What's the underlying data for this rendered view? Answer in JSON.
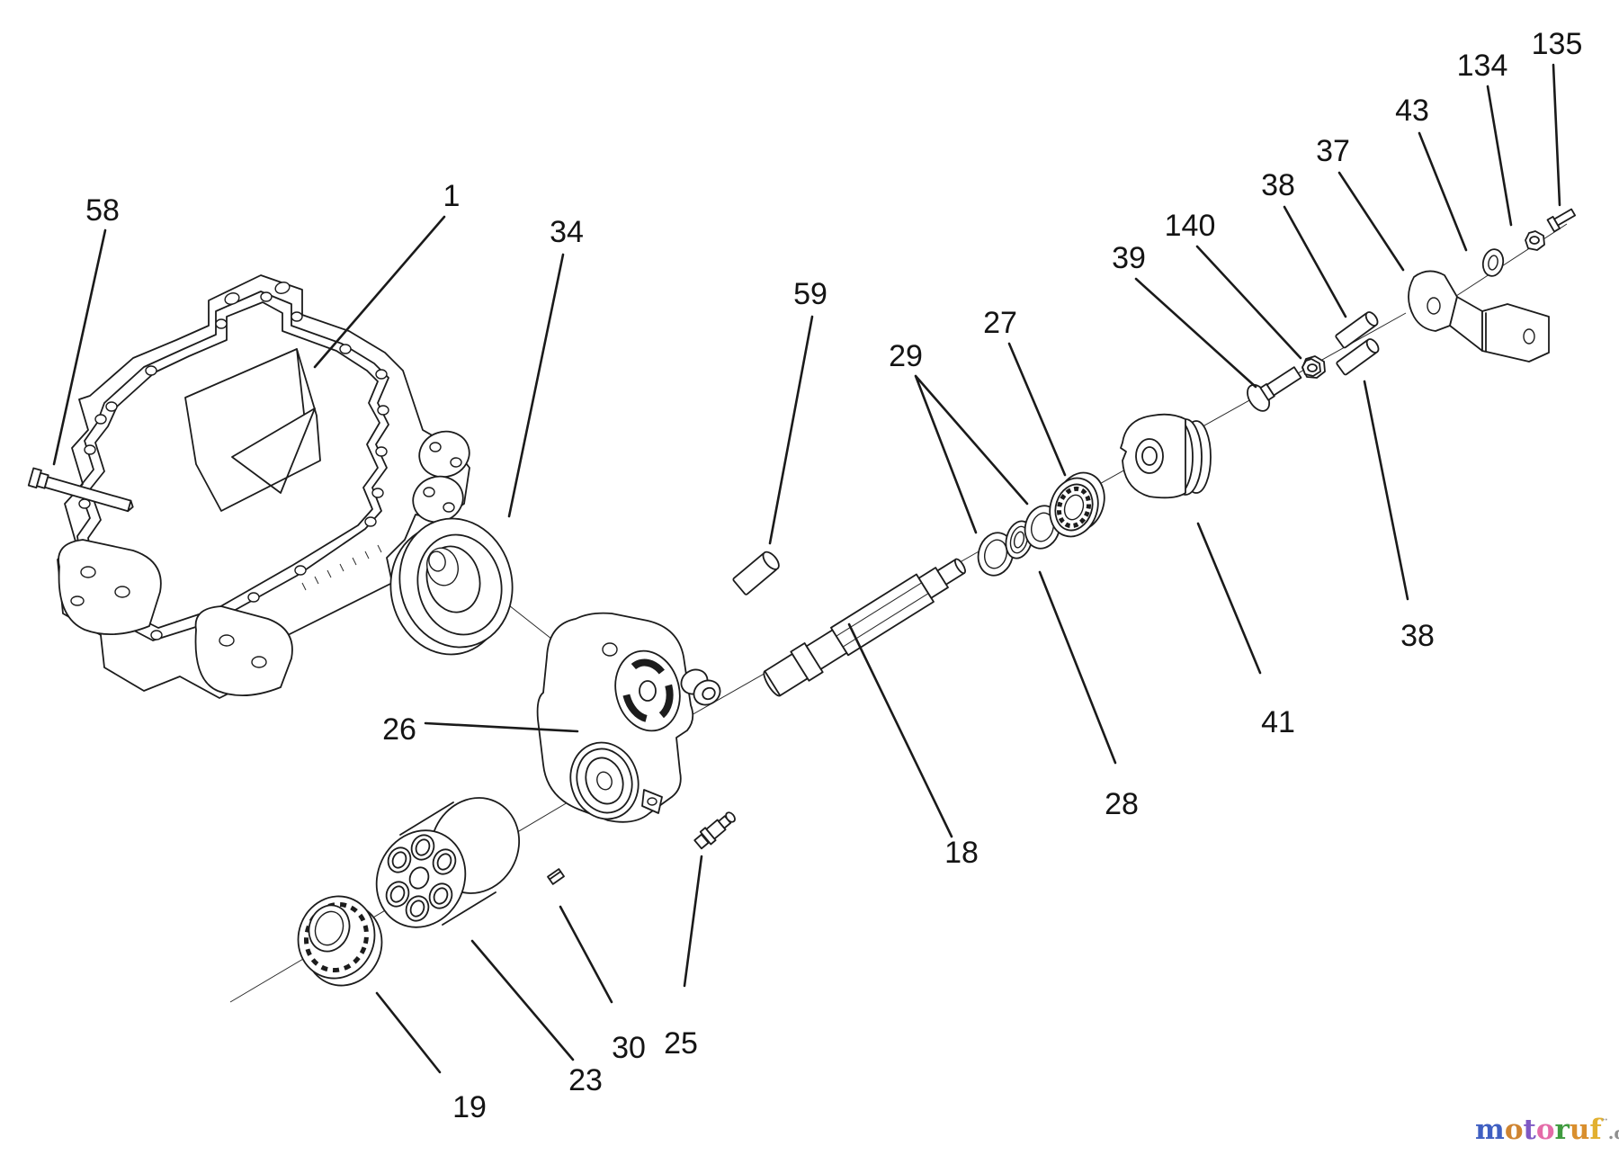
{
  "figure": {
    "callouts": {
      "n58": "58",
      "n1": "1",
      "n34": "34",
      "n59": "59",
      "n29": "29",
      "n27": "27",
      "n39": "39",
      "n140": "140",
      "n38_top": "38",
      "n37": "37",
      "n43": "43",
      "n134": "134",
      "n135": "135",
      "n38_right": "38",
      "n41": "41",
      "n28": "28",
      "n18": "18",
      "n26": "26",
      "n30": "30",
      "n25": "25",
      "n23": "23",
      "n19": "19"
    },
    "watermark": {
      "word": "motoruf",
      "suffix": ".de",
      "mark": "¨",
      "letters": [
        {
          "ch": "m",
          "style": "color:#3f5fc2"
        },
        {
          "ch": "o",
          "style": "color:#cf8430"
        },
        {
          "ch": "t",
          "style": "color:#7e58c4"
        },
        {
          "ch": "o",
          "style": "color:#e46ba8"
        },
        {
          "ch": "r",
          "style": "color:#3f9b3f"
        },
        {
          "ch": "u",
          "style": "color:#d98f2e"
        },
        {
          "ch": "f",
          "style": "color:#e2b02f"
        }
      ],
      "suffix_style": "color:#8f8f8f"
    }
  }
}
